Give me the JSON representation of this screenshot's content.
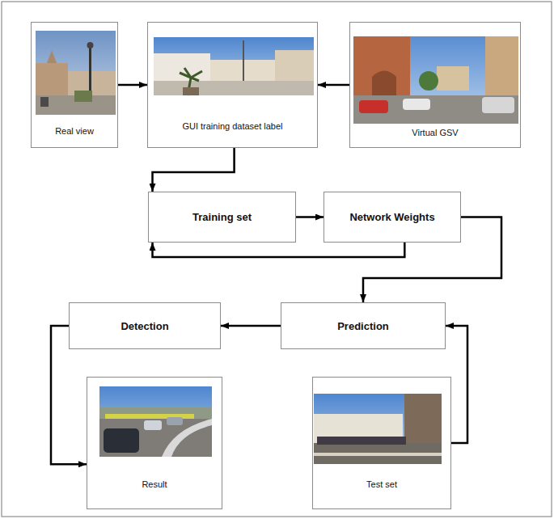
{
  "diagram": {
    "nodes": [
      {
        "text": [
          "Real view"
        ]
      },
      {
        "text": [
          "GUI training dataset label"
        ]
      },
      {
        "text": [
          "Virtual GSV"
        ]
      },
      {
        "text": [
          "Training set"
        ]
      },
      {
        "text": [
          "Network Weights"
        ]
      },
      {
        "text": [
          "Detection"
        ]
      },
      {
        "text": [
          "Prediction"
        ]
      },
      {
        "text": [
          "Result"
        ]
      },
      {
        "text": [
          "Test set"
        ]
      }
    ],
    "edges": [
      {
        "from": 0,
        "to": 1,
        "arrow": "to"
      },
      {
        "from": 2,
        "to": 1,
        "arrow": "to"
      },
      {
        "from": 1,
        "to": 3,
        "arrow": "to"
      },
      {
        "from": 3,
        "to": 4,
        "arrow": "to"
      },
      {
        "from": 4,
        "to": 3,
        "arrow": "to"
      },
      {
        "from": 4,
        "to": 6,
        "arrow": "to"
      },
      {
        "from": 6,
        "to": 5,
        "arrow": "to"
      },
      {
        "from": 5,
        "to": 7,
        "arrow": "to"
      },
      {
        "from": 8,
        "to": 6,
        "arrow": "to"
      }
    ]
  }
}
